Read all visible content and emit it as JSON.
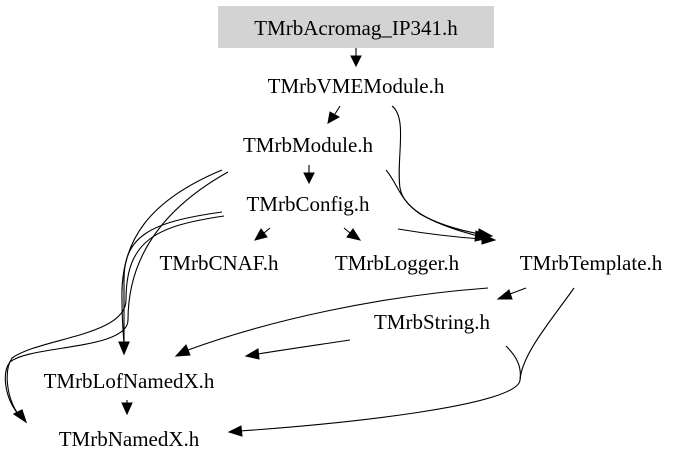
{
  "diagram": {
    "type": "include-dependency-graph",
    "colors": {
      "highlight_node": "#d3d3d3",
      "edge": "#000000",
      "text": "#000000",
      "background": "#ffffff"
    },
    "nodes": [
      {
        "id": "acromag",
        "label": "TMrbAcromag_IP341.h",
        "highlighted": true
      },
      {
        "id": "vme",
        "label": "TMrbVMEModule.h"
      },
      {
        "id": "module",
        "label": "TMrbModule.h"
      },
      {
        "id": "config",
        "label": "TMrbConfig.h"
      },
      {
        "id": "cnaf",
        "label": "TMrbCNAF.h"
      },
      {
        "id": "logger",
        "label": "TMrbLogger.h"
      },
      {
        "id": "template",
        "label": "TMrbTemplate.h"
      },
      {
        "id": "string",
        "label": "TMrbString.h"
      },
      {
        "id": "lofnamed",
        "label": "TMrbLofNamedX.h"
      },
      {
        "id": "named",
        "label": "TMrbNamedX.h"
      }
    ],
    "edges": [
      {
        "from": "acromag",
        "to": "vme"
      },
      {
        "from": "vme",
        "to": "module"
      },
      {
        "from": "vme",
        "to": "template"
      },
      {
        "from": "module",
        "to": "config"
      },
      {
        "from": "module",
        "to": "template"
      },
      {
        "from": "module",
        "to": "lofnamed"
      },
      {
        "from": "module",
        "to": "named"
      },
      {
        "from": "config",
        "to": "cnaf"
      },
      {
        "from": "config",
        "to": "logger"
      },
      {
        "from": "config",
        "to": "template"
      },
      {
        "from": "config",
        "to": "lofnamed"
      },
      {
        "from": "config",
        "to": "named"
      },
      {
        "from": "template",
        "to": "string"
      },
      {
        "from": "template",
        "to": "lofnamed"
      },
      {
        "from": "template",
        "to": "named"
      },
      {
        "from": "string",
        "to": "lofnamed"
      },
      {
        "from": "string",
        "to": "named"
      },
      {
        "from": "lofnamed",
        "to": "named"
      }
    ]
  }
}
